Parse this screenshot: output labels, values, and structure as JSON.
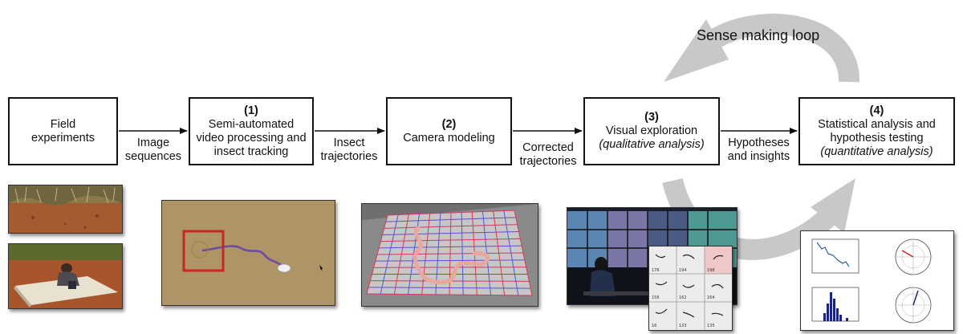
{
  "loop_label": "Sense making loop",
  "boxes": {
    "field": "Field experiments",
    "tracking": {
      "num": "(1)",
      "text": "Semi-automated video processing and insect tracking"
    },
    "camera": {
      "num": "(2)",
      "text": "Camera modeling"
    },
    "visual": {
      "num": "(3)",
      "text": "Visual exploration",
      "italic": "(qualitative analysis)"
    },
    "stats": {
      "num": "(4)",
      "text": "Statistical analysis and hypothesis testing",
      "italic": "(quantitative analysis)"
    }
  },
  "edge_labels": {
    "image_sequences": "Image sequences",
    "insect_trajectories": "Insect trajectories",
    "corrected_trajectories": "Corrected trajectories",
    "hypotheses_insights": "Hypotheses and insights"
  },
  "thumbnail_labels": [
    "176",
    "194",
    "198",
    "156",
    "162",
    "164",
    "16",
    "133",
    "135"
  ],
  "colors": {
    "border": "#111111",
    "loop_arrow": "#c8c8c8",
    "tracking_box": "#c62828",
    "trajectory": "#6b4aa8"
  }
}
